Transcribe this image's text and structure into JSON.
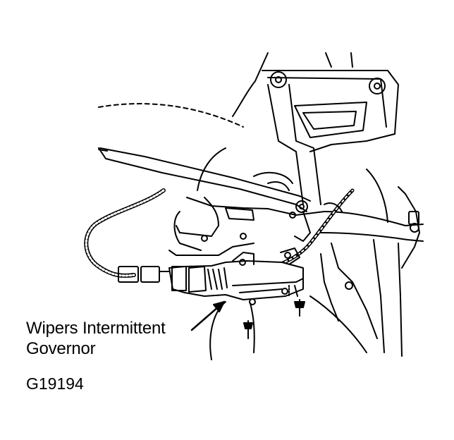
{
  "diagram": {
    "callout": {
      "line1": "Wipers Intermittent",
      "line2": "Governor"
    },
    "figure_code": "G19194",
    "colors": {
      "ink": "#000000",
      "paper": "#ffffff"
    }
  }
}
